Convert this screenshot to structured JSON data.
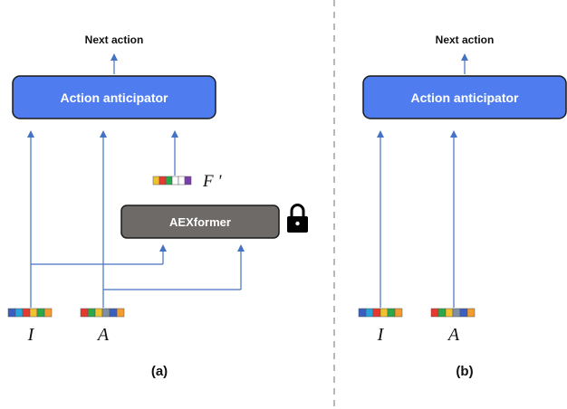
{
  "colors": {
    "anticipator_fill": "#4f7df0",
    "anticipator_stroke": "#1a1a1a",
    "aexformer_fill": "#6e6a68",
    "arrow": "#4472c4",
    "divider": "#b8b8b8",
    "token_palette": [
      "#3a5fc0",
      "#27a4dc",
      "#e63a2f",
      "#f2c12e",
      "#2ca84a",
      "#f29b2e",
      "#7f8fa6",
      "#ffffff",
      "#7b3fa8"
    ]
  },
  "panel_a": {
    "output_label": "Next action",
    "anticipator_label": "Action anticipator",
    "aexformer_label": "AEXformer",
    "feature_label": "F '",
    "input_i_label": "I",
    "input_a_label": "A",
    "caption": "(a)",
    "lock_icon": "padlock-icon"
  },
  "panel_b": {
    "output_label": "Next action",
    "anticipator_label": "Action anticipator",
    "input_i_label": "I",
    "input_a_label": "A",
    "caption": "(b)"
  }
}
